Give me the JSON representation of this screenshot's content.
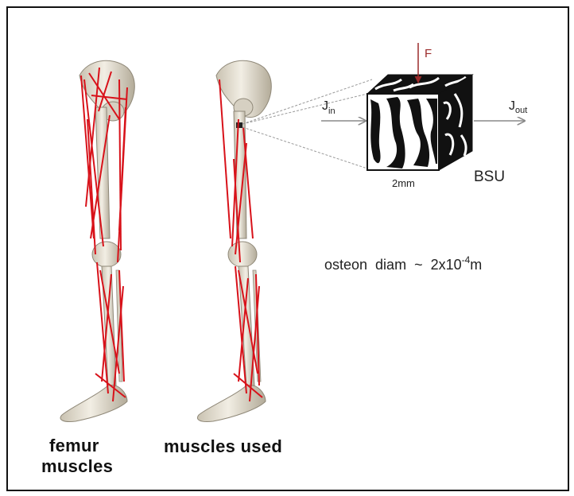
{
  "figure": {
    "caption_left_line1": "femur",
    "caption_left_line2": "muscles",
    "caption_middle": "muscles used",
    "bsu": {
      "force_label": "F",
      "flux_in_base": "J",
      "flux_in_sub": "in",
      "flux_out_base": "J",
      "flux_out_sub": "out",
      "size_label": "2mm",
      "unit_label": "BSU"
    },
    "osteon": {
      "prefix": "osteon  diam  ~  2x10",
      "exponent": "-4",
      "unit": "m"
    }
  },
  "colors": {
    "bone": "#e8e3d6",
    "bone_shade": "#b9b1a0",
    "muscle": "#d8121a",
    "arrow": "#9a2a2a",
    "line": "#555555"
  }
}
